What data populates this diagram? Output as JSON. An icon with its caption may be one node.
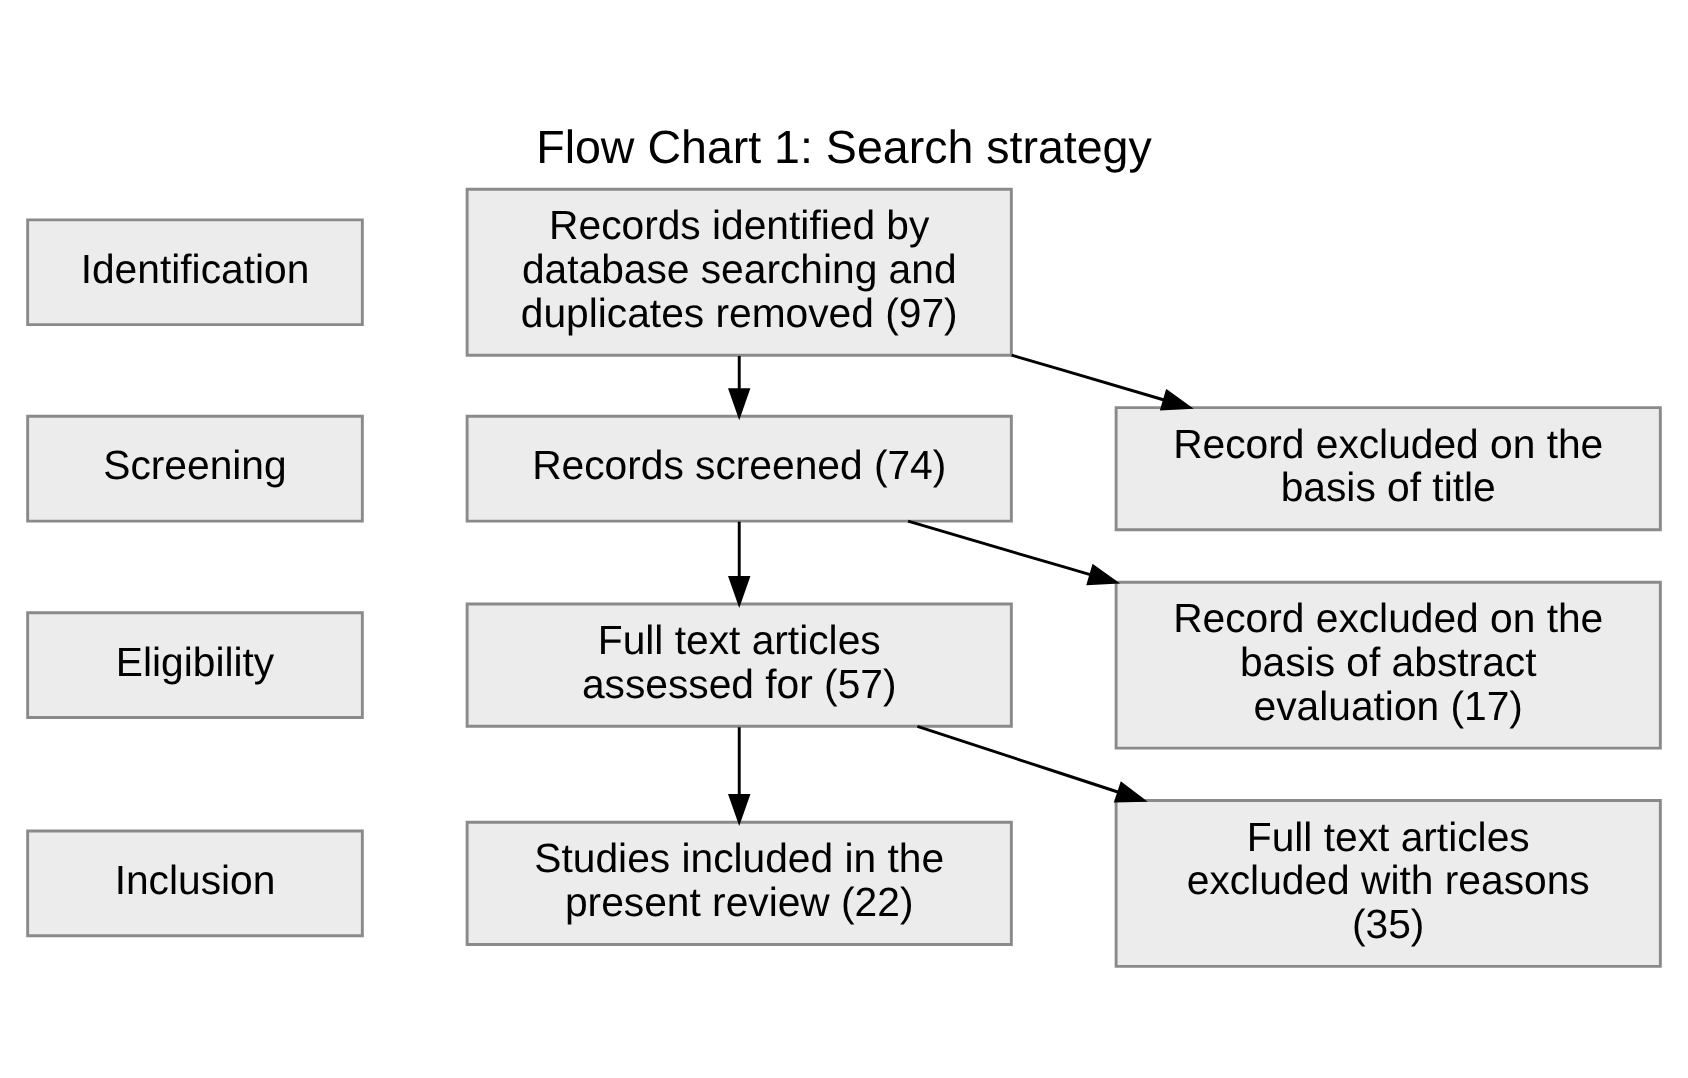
{
  "diagram": {
    "title": "Flow Chart 1: Search strategy",
    "nodes": [
      {
        "text": [
          "Identification"
        ]
      },
      {
        "text": [
          "Records identified by database searching and duplicates removed (97)"
        ]
      },
      {
        "text": [
          "Record excluded on the basis of title"
        ]
      },
      {
        "text": [
          "Screening"
        ]
      },
      {
        "text": [
          "Records screened (74)"
        ]
      },
      {
        "text": [
          "Record excluded on the basis of abstract evaluation (17)"
        ]
      },
      {
        "text": [
          "Eligibility"
        ]
      },
      {
        "text": [
          "Full text articles assessed for (57)"
        ]
      },
      {
        "text": [
          "Full text articles excluded with reasons (35)"
        ]
      },
      {
        "text": [
          "Inclusion"
        ]
      },
      {
        "text": [
          "Studies included in the present review (22)"
        ]
      }
    ],
    "edges": [
      {
        "from": 1,
        "to": 4,
        "arrow": "to"
      },
      {
        "from": 1,
        "to": 2,
        "arrow": "to"
      },
      {
        "from": 4,
        "to": 7,
        "arrow": "to"
      },
      {
        "from": 4,
        "to": 5,
        "arrow": "to"
      },
      {
        "from": 7,
        "to": 10,
        "arrow": "to"
      },
      {
        "from": 7,
        "to": 8,
        "arrow": "to"
      }
    ]
  }
}
